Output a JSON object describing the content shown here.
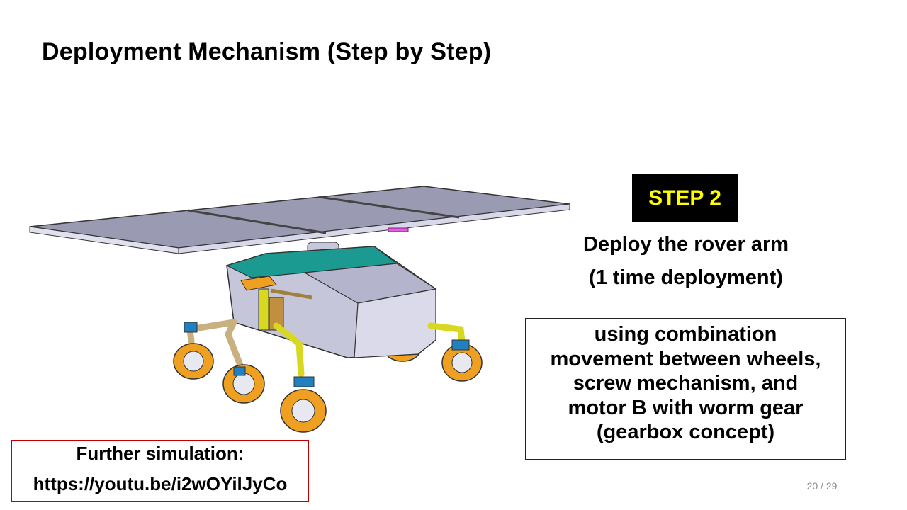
{
  "slide": {
    "title": "Deployment Mechanism (Step by Step)",
    "step_label": "STEP 2",
    "description_line1": "Deploy the rover arm",
    "description_line2": "(1 time deployment)",
    "note_lines": [
      "using combination",
      "movement between wheels,",
      "screw mechanism, and",
      "motor B with worm gear",
      "(gearbox concept)"
    ],
    "link_label": "Further simulation:",
    "link_url": "https://youtu.be/i2wOYilJyCo",
    "page_number": "20 / 29"
  },
  "colors": {
    "step_badge_bg": "#000000",
    "step_badge_text": "#ffff00",
    "link_box_border": "#c00000",
    "solar_panel": "#9a9ab0",
    "rover_body": "#c8c8dc",
    "rover_accent": "#1a9a90",
    "wheel": "#f0a020",
    "leg_yellow": "#d8d820",
    "leg_tan": "#c8b080"
  }
}
